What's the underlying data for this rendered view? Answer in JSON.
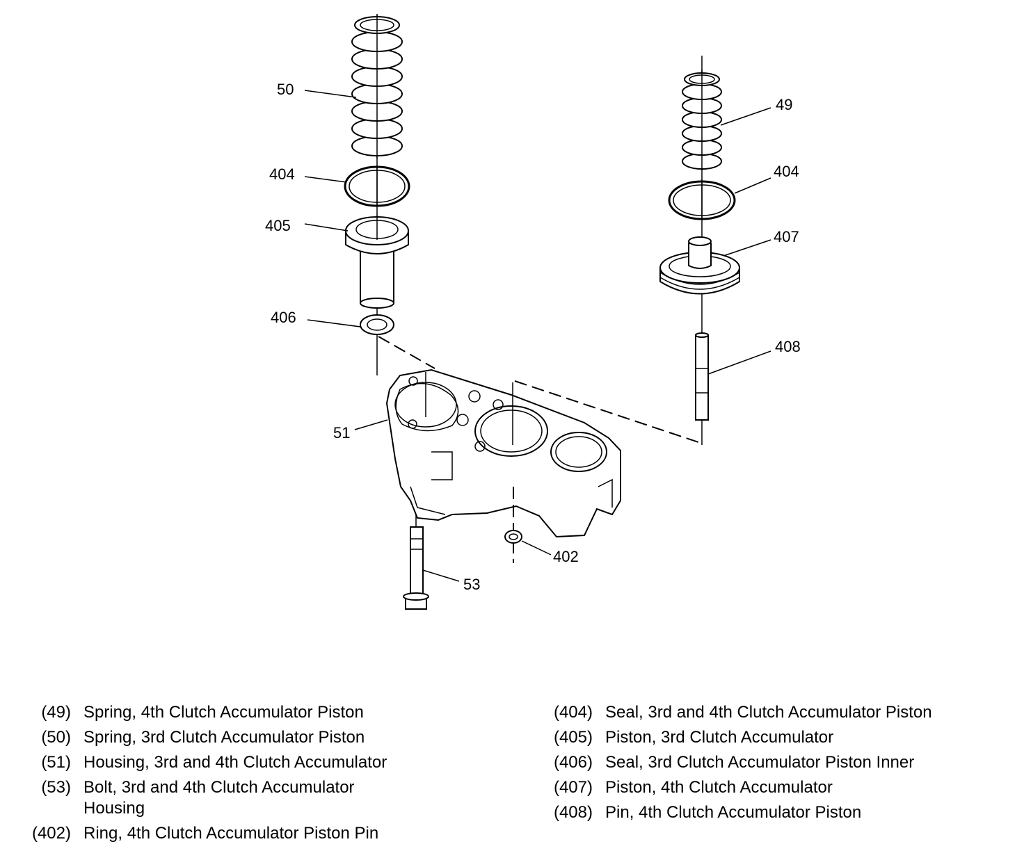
{
  "callouts": {
    "c50": "50",
    "c404a": "404",
    "c405": "405",
    "c406": "406",
    "c51": "51",
    "c53": "53",
    "c402": "402",
    "c49": "49",
    "c404b": "404",
    "c407": "407",
    "c408": "408"
  },
  "legend_left": [
    {
      "num": "(49)",
      "desc": "Spring, 4th Clutch Accumulator Piston"
    },
    {
      "num": "(50)",
      "desc": "Spring, 3rd Clutch Accumulator Piston"
    },
    {
      "num": "(51)",
      "desc": "Housing, 3rd and 4th Clutch Accumulator"
    },
    {
      "num": "(53)",
      "desc": "Bolt, 3rd and 4th Clutch Accumulator Housing"
    },
    {
      "num": "(402)",
      "desc": "Ring, 4th Clutch Accumulator Piston Pin"
    }
  ],
  "legend_right": [
    {
      "num": "(404)",
      "desc": "Seal, 3rd and 4th Clutch Accumulator Piston"
    },
    {
      "num": "(405)",
      "desc": "Piston, 3rd Clutch Accumulator"
    },
    {
      "num": "(406)",
      "desc": "Seal, 3rd Clutch Accumulator Piston Inner"
    },
    {
      "num": "(407)",
      "desc": "Piston, 4th Clutch Accumulator"
    },
    {
      "num": "(408)",
      "desc": "Pin, 4th Clutch Accumulator Piston"
    }
  ]
}
